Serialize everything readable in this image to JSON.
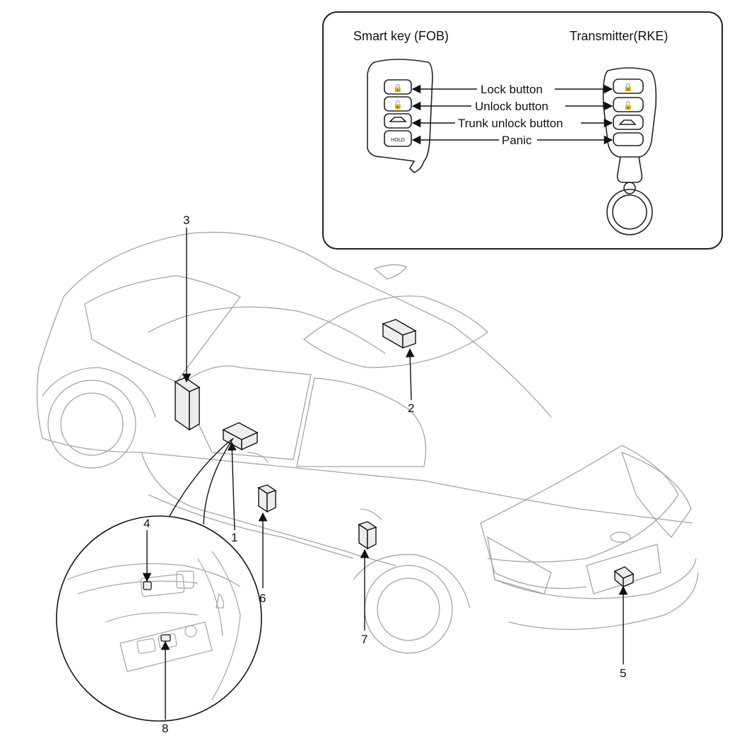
{
  "inset": {
    "fob_heading": "Smart key (FOB)",
    "rke_heading": "Transmitter(RKE)",
    "buttons": [
      "Lock button",
      "Unlock button",
      "Trunk unlock button",
      "Panic"
    ]
  },
  "callouts": {
    "c1": "1",
    "c2": "2",
    "c3": "3",
    "c4": "4",
    "c5": "5",
    "c6": "6",
    "c7": "7",
    "c8": "8"
  },
  "colors": {
    "line": "#111111",
    "car_line": "#9a9a9a",
    "module_fill": "#ededed"
  }
}
